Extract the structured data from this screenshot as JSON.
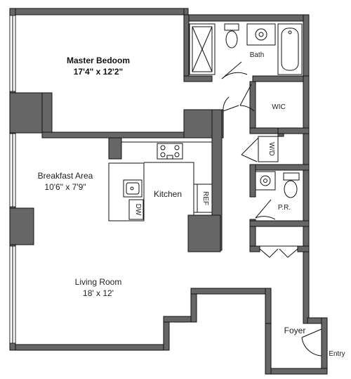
{
  "rooms": {
    "master_bedroom": {
      "name": "Master Bedoom",
      "size": "17'4\" x 12'2\""
    },
    "bath": {
      "name": "Bath"
    },
    "wic": {
      "name": "WIC"
    },
    "wd": {
      "name": "W/D"
    },
    "breakfast_area": {
      "name": "Breakfast Area",
      "size": "10'6\" x 7'9\""
    },
    "kitchen": {
      "name": "Kitchen"
    },
    "dw": {
      "name": "DW"
    },
    "ref": {
      "name": "REF"
    },
    "powder_room": {
      "name": "P.R."
    },
    "living_room": {
      "name": "Living Room",
      "size": "18' x 12'"
    },
    "foyer": {
      "name": "Foyer"
    },
    "entry": {
      "name": "Entry"
    }
  },
  "colors": {
    "wall_fill": "#666666",
    "line": "#111111",
    "background": "#ffffff"
  }
}
